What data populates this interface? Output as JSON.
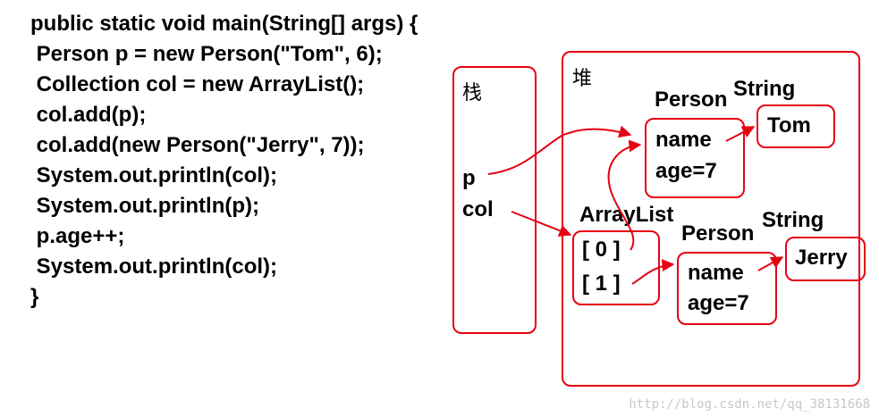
{
  "code": {
    "lines": [
      "public static void main(String[] args) {",
      " Person p = new Person(\"Tom\", 6);",
      " Collection col = new ArrayList();",
      " col.add(p);",
      " col.add(new Person(\"Jerry\", 7));",
      " System.out.println(col);",
      " System.out.println(p);",
      " p.age++;",
      " System.out.println(col);",
      "}"
    ]
  },
  "diagram": {
    "stack": {
      "title": "栈",
      "vars": [
        "p",
        "col"
      ]
    },
    "heap": {
      "title": "堆",
      "person_top": {
        "title": "Person",
        "name": "name",
        "age": "age=7"
      },
      "string_top": {
        "title": "String",
        "value": "Tom"
      },
      "arraylist": {
        "title": "ArrayList",
        "index0": "[ 0 ]",
        "index1": "[ 1 ]"
      },
      "person_bottom": {
        "title": "Person",
        "name": "name",
        "age": "age=7"
      },
      "string_bottom": {
        "title": "String",
        "value": "Jerry"
      }
    },
    "colors": {
      "accent": "#e60012",
      "text": "#000000"
    }
  },
  "watermark": "http://blog.csdn.net/qq_38131668"
}
